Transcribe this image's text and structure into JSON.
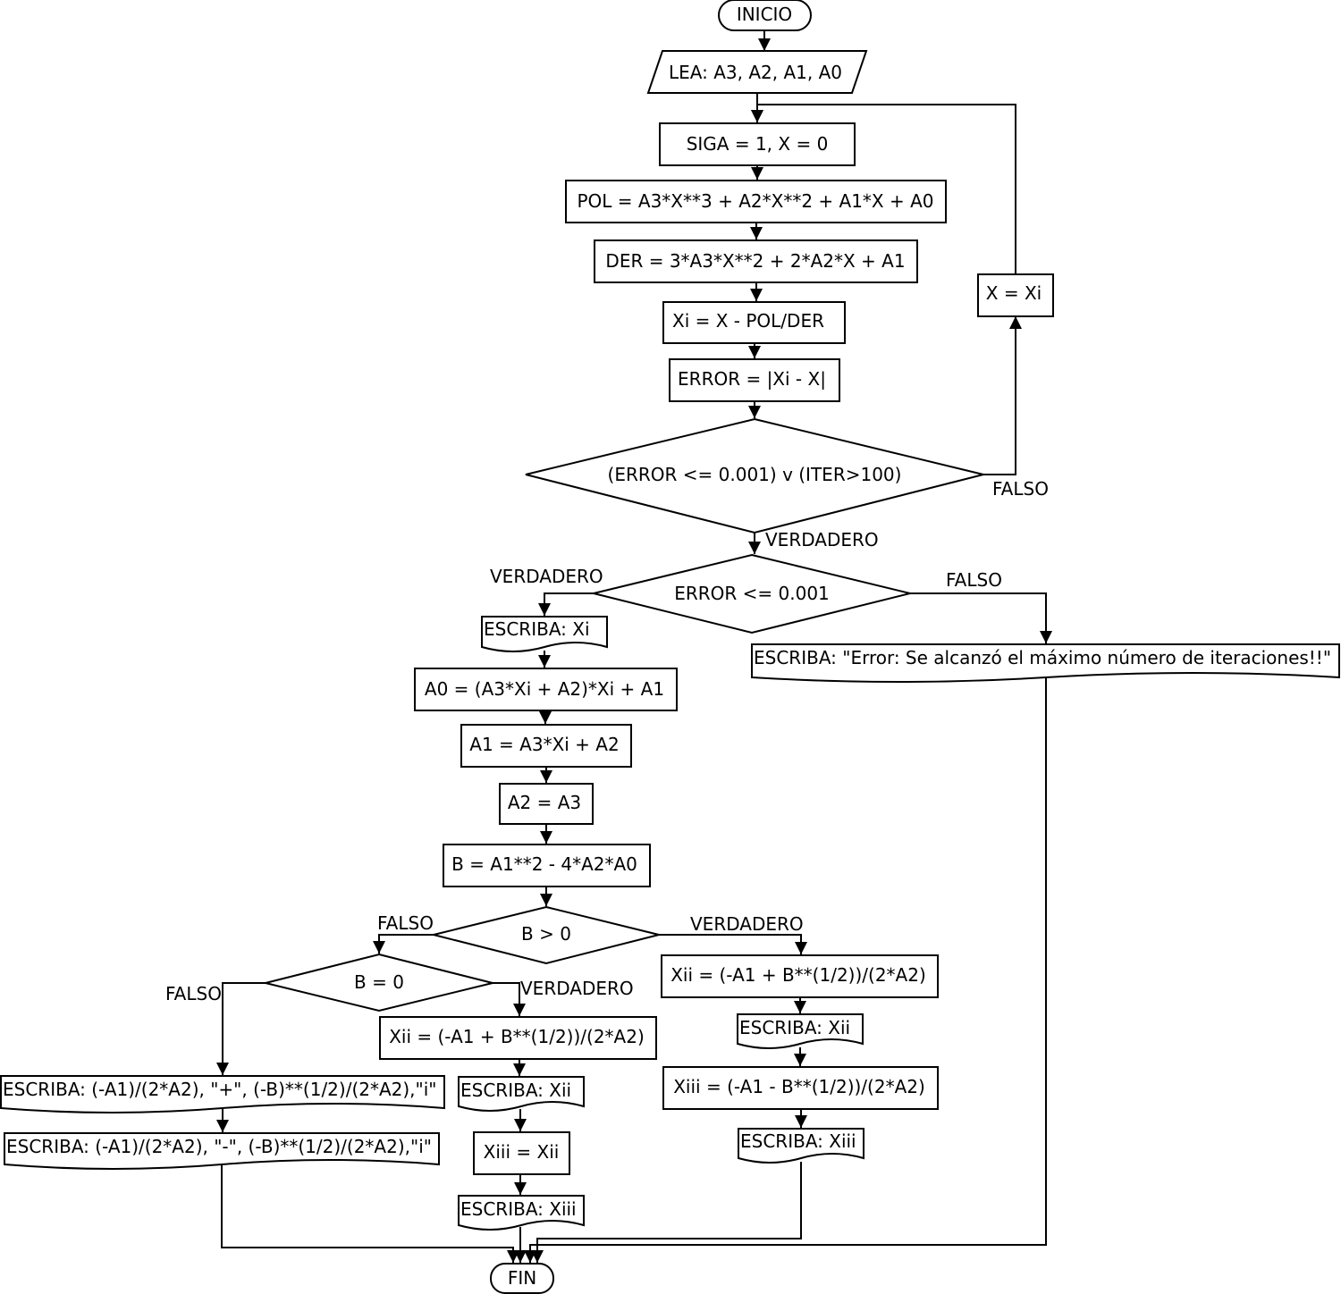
{
  "nodes": {
    "inicio": "INICIO",
    "lea": "LEA: A3, A2, A1, A0",
    "siga": "SIGA = 1, X = 0",
    "pol": "POL = A3*X**3 + A2*X**2 + A1*X + A0",
    "der": "DER = 3*A3*X**2 + 2*A2*X + A1",
    "xi_calc": "Xi = X - POL/DER",
    "error_calc": "ERROR = |Xi - X|",
    "cond_main": "(ERROR <= 0.001) v (ITER>100)",
    "x_eq_xi": "X = Xi",
    "cond_error": "ERROR <= 0.001",
    "escriba_xi": "ESCRIBA: Xi",
    "escriba_error_msg": "ESCRIBA: \"Error: Se alcanzó el máximo número de iteraciones!!\"",
    "a0_calc": "A0 = (A3*Xi + A2)*Xi + A1",
    "a1_calc": "A1 = A3*Xi + A2",
    "a2_calc": "A2 = A3",
    "b_calc": "B = A1**2 - 4*A2*A0",
    "cond_b_gt": "B > 0",
    "cond_b_eq": "B = 0",
    "xii_calc_right": "Xii = (-A1 + B**(1/2))/(2*A2)",
    "escriba_xii_right": "ESCRIBA: Xii",
    "xiii_calc_right": "Xiii = (-A1 - B**(1/2))/(2*A2)",
    "escriba_xiii_right": "ESCRIBA: Xiii",
    "xii_calc_mid": "Xii = (-A1 + B**(1/2))/(2*A2)",
    "escriba_xii_mid": "ESCRIBA: Xii",
    "xiii_eq_xii": "Xiii = Xii",
    "escriba_xiii_mid": "ESCRIBA: Xiii",
    "escriba_complex_plus": "ESCRIBA: (-A1)/(2*A2), \"+\", (-B)**(1/2)/(2*A2),\"i\"",
    "escriba_complex_minus": "ESCRIBA: (-A1)/(2*A2), \"-\", (-B)**(1/2)/(2*A2),\"i\"",
    "fin": "FIN"
  },
  "edge_labels": {
    "main_false": "FALSO",
    "main_true": "VERDADERO",
    "error_true": "VERDADERO",
    "error_false": "FALSO",
    "bgt_false": "FALSO",
    "bgt_true": "VERDADERO",
    "beq_false": "FALSO",
    "beq_true": "VERDADERO"
  }
}
